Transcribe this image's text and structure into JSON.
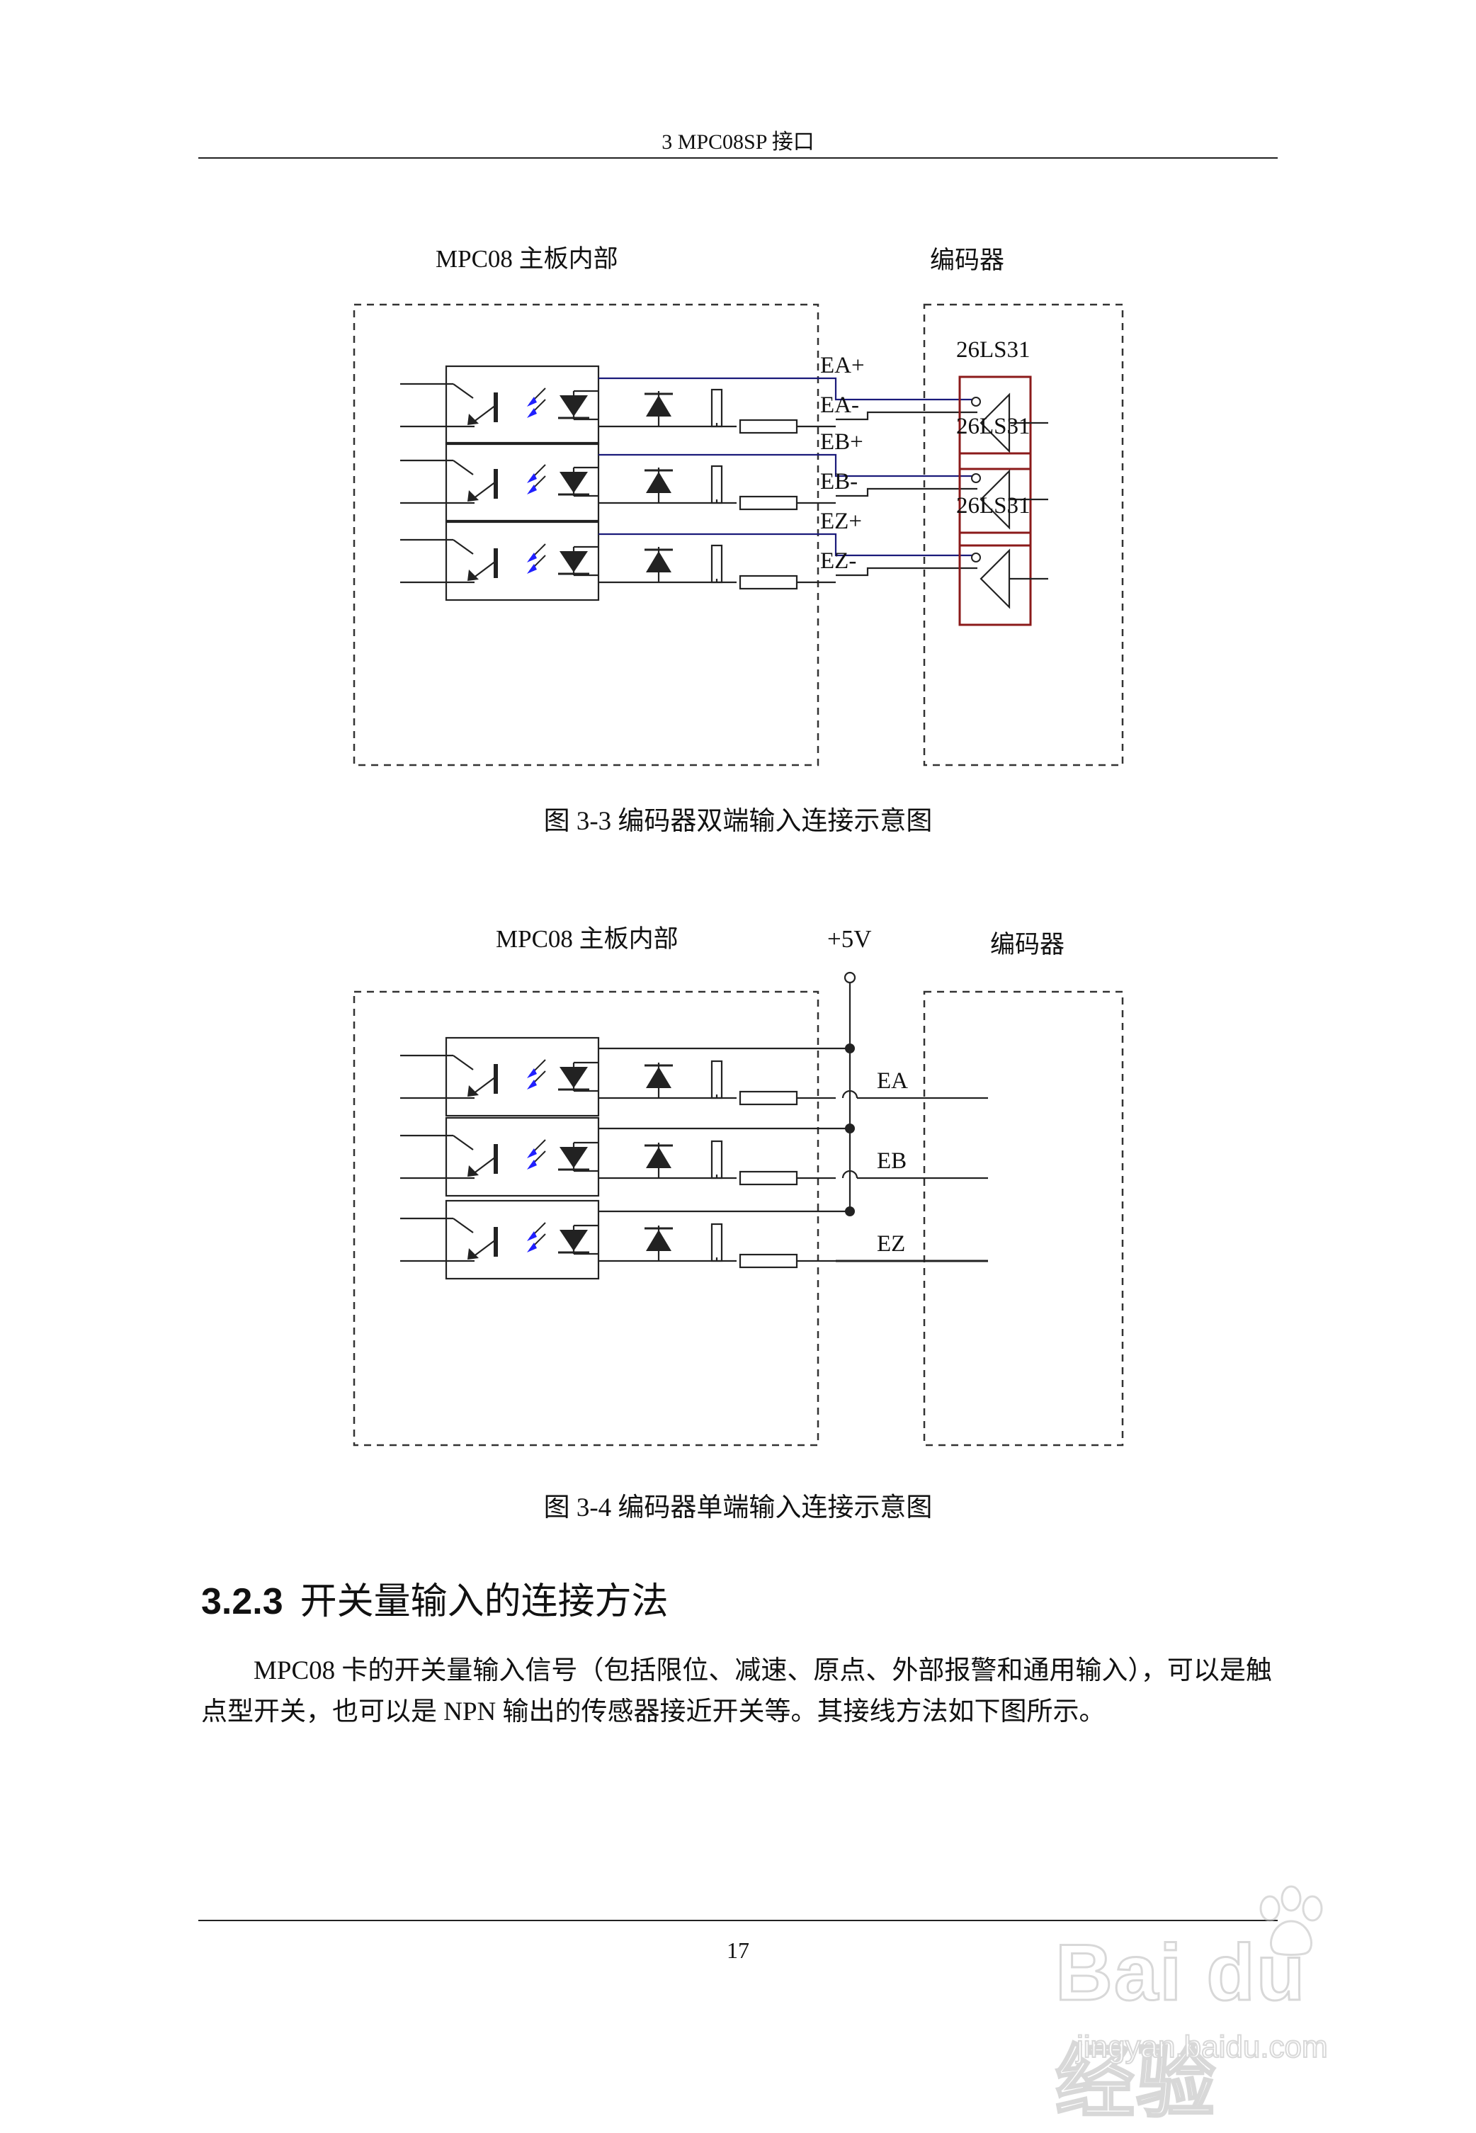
{
  "header": {
    "running_title": "3 MPC08SP 接口"
  },
  "figure_3_3": {
    "board_label": "MPC08  主板内部",
    "encoder_label": "编码器",
    "channels": [
      {
        "plus": "EA+",
        "minus": "EA-",
        "chip": "26LS31"
      },
      {
        "plus": "EB+",
        "minus": "EB-",
        "chip": "26LS31"
      },
      {
        "plus": "EZ+",
        "minus": "EZ-",
        "chip": "26LS31"
      }
    ],
    "caption": "图 3-3  编码器双端输入连接示意图"
  },
  "figure_3_4": {
    "board_label": "MPC08  主板内部",
    "supply_label": "+5V",
    "encoder_label": "编码器",
    "channels": [
      "EA",
      "EB",
      "EZ"
    ],
    "caption": "图 3-4  编码器单端输入连接示意图"
  },
  "section": {
    "number": "3.2.3",
    "title": "开关量输入的连接方法",
    "paragraph": "MPC08 卡的开关量输入信号（包括限位、减速、原点、外部报警和通用输入），可以是触点型开关，也可以是 NPN 输出的传感器接近开关等。其接线方法如下图所示。"
  },
  "footer": {
    "page_number": "17"
  },
  "watermark": {
    "logo": "Bai du 经验",
    "url": "jingyan.baidu.com"
  },
  "colors": {
    "signal_wire": "#1a1a7a",
    "chip_box": "#8b1a1a",
    "led_arrow": "#2020ff"
  }
}
